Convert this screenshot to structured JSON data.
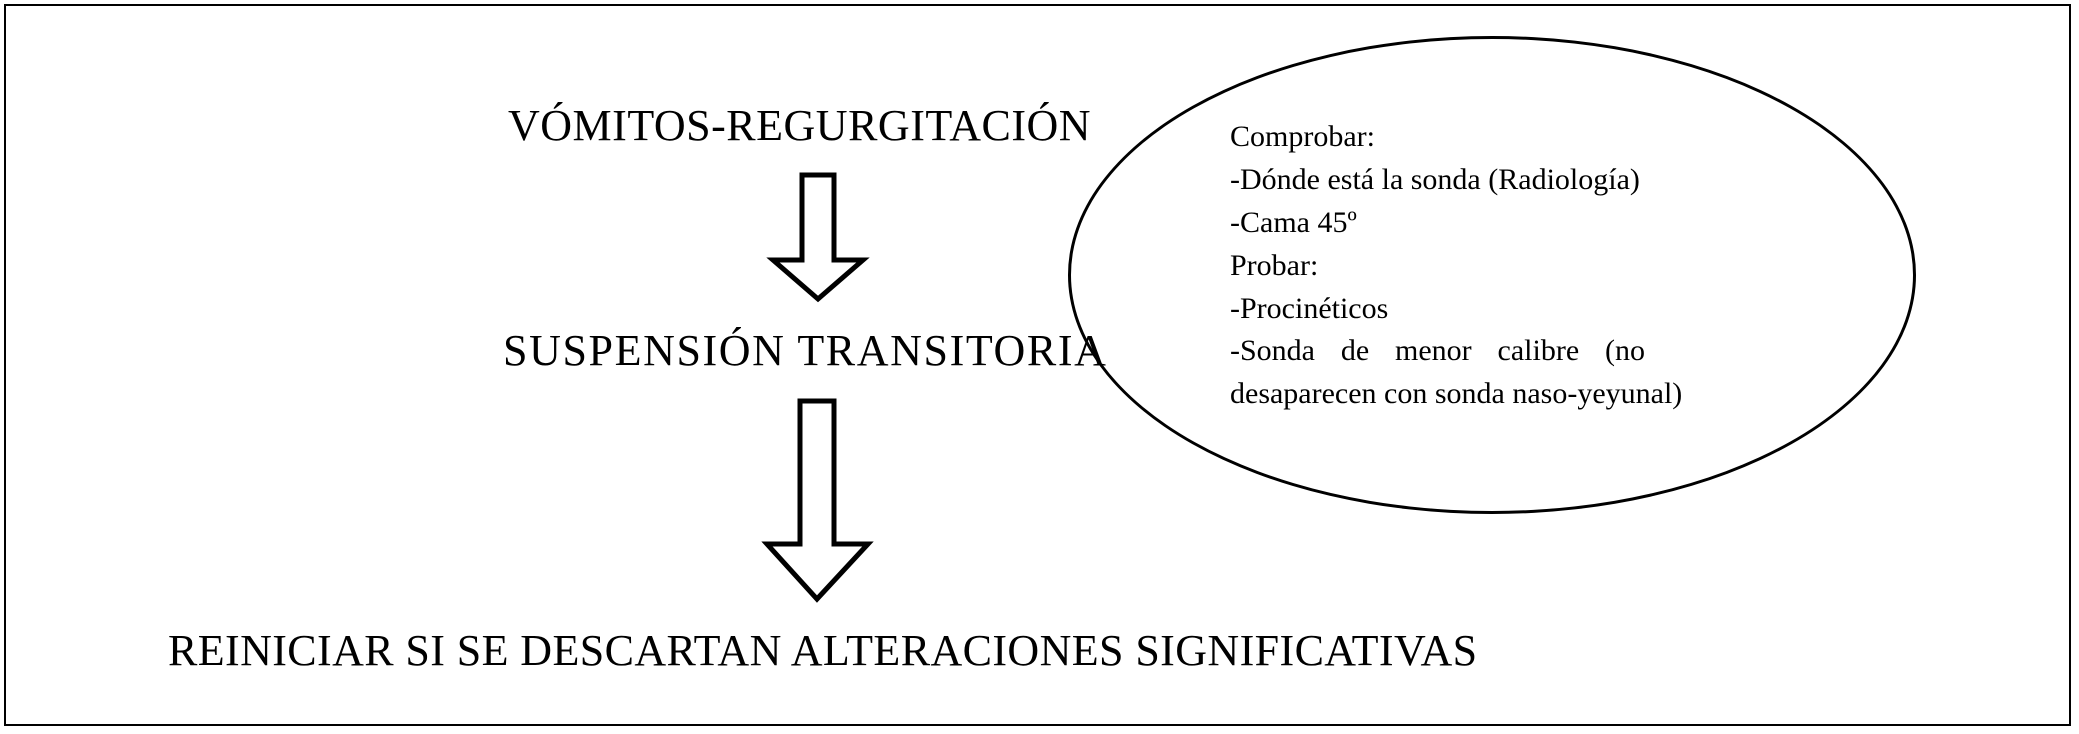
{
  "diagram": {
    "title_node": "VÓMITOS-REGURGITACIÓN",
    "middle_node": "SUSPENSIÓN TRANSITORIA",
    "bottom_node": "REINICIAR SI SE DESCARTAN ALTERACIONES SIGNIFICATIVAS",
    "arrows": [
      {
        "name": "arrow-vomitos-to-suspension",
        "direction": "down"
      },
      {
        "name": "arrow-suspension-to-reiniciar",
        "direction": "down"
      }
    ],
    "callout": {
      "shape": "ellipse",
      "lines": [
        "Comprobar:",
        "-Dónde está la sonda (Radiología)",
        "-Cama 45º",
        "Probar:",
        "-Procinéticos"
      ],
      "justified_line": "-Sonda de menor calibre (no",
      "justified_line_continuation": "desaparecen con sonda naso-yeyunal)"
    }
  },
  "colors": {
    "ink": "#000000",
    "paper": "#ffffff"
  }
}
